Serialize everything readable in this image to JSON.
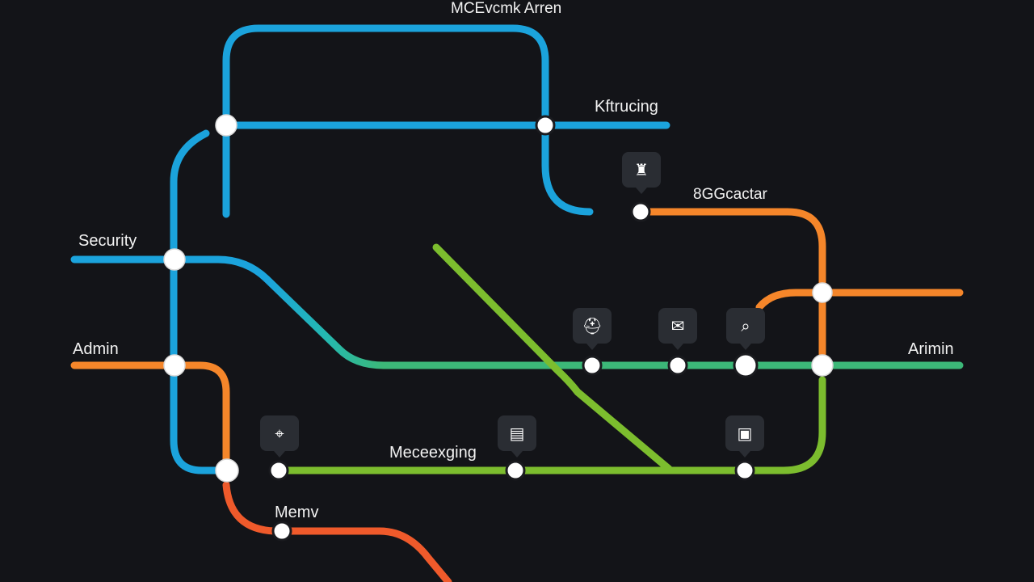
{
  "diagram": {
    "title": "MCEvcmk Arren",
    "colors": {
      "background": "#131418",
      "blue": "#1ba3dc",
      "orange": "#f5862a",
      "red_orange": "#ef5a2b",
      "green": "#3cb878",
      "lime": "#7cbd2e",
      "teal": "#20a8b8"
    },
    "labels": {
      "top_title": "MCEvcmk Arren",
      "kftrucing": "Kftrucing",
      "sgcacctar": "8GGcactar",
      "security": "Security",
      "admin_left": "Admin",
      "admin_right": "Arimin",
      "messaging": "Meceexging",
      "memv": "Memv"
    },
    "lines": [
      {
        "name": "blue-loop",
        "color": "#1ba3dc"
      },
      {
        "name": "blue-horizontal",
        "color": "#1ba3dc"
      },
      {
        "name": "security-line",
        "color": "#1ba3dc"
      },
      {
        "name": "blue-to-orange",
        "color": "#1ba3dc"
      },
      {
        "name": "orange-upper",
        "color": "#f5862a"
      },
      {
        "name": "admin-green-line",
        "color": "#3cb878"
      },
      {
        "name": "lime-diagonal",
        "color": "#7cbd2e"
      },
      {
        "name": "messaging-line",
        "color": "#7cbd2e"
      },
      {
        "name": "admin-orange-line",
        "color": "#f5862a"
      },
      {
        "name": "memv-line",
        "color": "#ef5a2b"
      }
    ],
    "pins": [
      {
        "name": "service-icon",
        "glyph": "♜"
      },
      {
        "name": "helmet-icon",
        "glyph": "⛑"
      },
      {
        "name": "mail-icon",
        "glyph": "✉"
      },
      {
        "name": "search-icon",
        "glyph": "⌕"
      },
      {
        "name": "map-pin-icon",
        "glyph": "⌖"
      },
      {
        "name": "book-icon",
        "glyph": "▤"
      },
      {
        "name": "dashboard-icon",
        "glyph": "▣"
      }
    ]
  }
}
